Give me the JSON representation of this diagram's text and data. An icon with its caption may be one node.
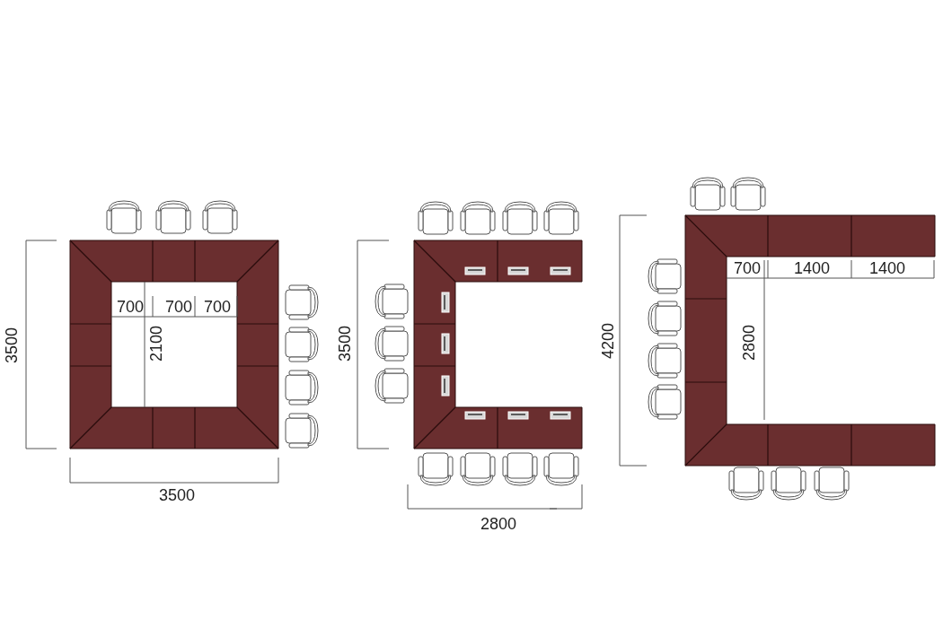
{
  "diagram": {
    "labels": [
      "3500",
      "700",
      "700",
      "700",
      "2100",
      "3500",
      "3500",
      "2800",
      "4200",
      "700",
      "1400",
      "1400",
      "2800"
    ]
  }
}
